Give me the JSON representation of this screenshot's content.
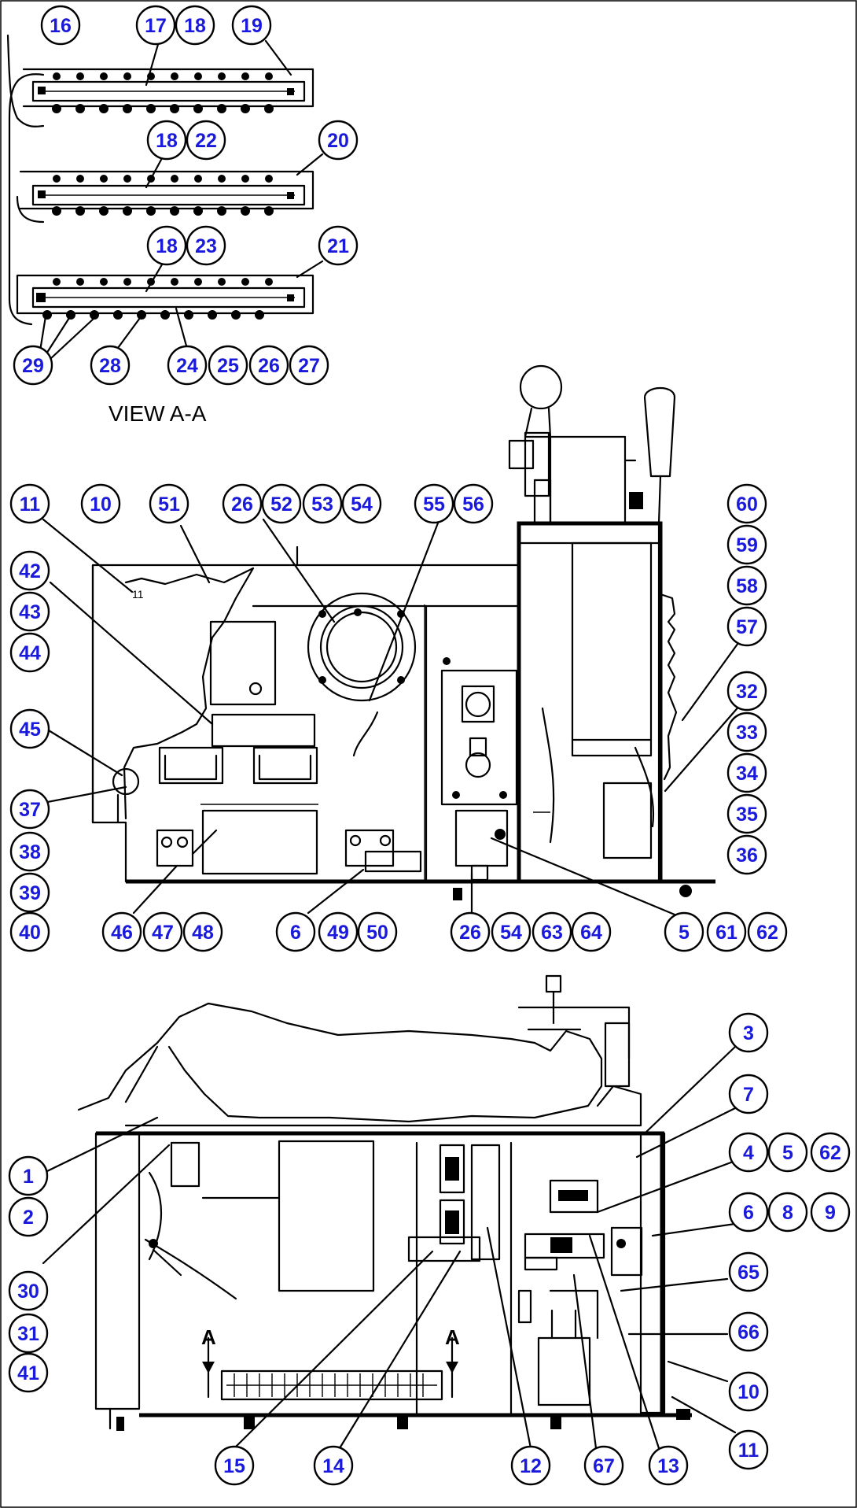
{
  "view_title": "VIEW A-A",
  "section_mark": "A",
  "colors": {
    "callout_text": "#1a1adc",
    "line": "#000000",
    "background": "#ffffff"
  },
  "callouts": {
    "c16": "16",
    "c17": "17",
    "c18a": "18",
    "c19": "19",
    "c18b": "18",
    "c22": "22",
    "c20": "20",
    "c18c": "18",
    "c23": "23",
    "c21": "21",
    "c29": "29",
    "c28": "28",
    "c24": "24",
    "c25": "25",
    "c26a": "26",
    "c27": "27",
    "c11a": "11",
    "c10a": "10",
    "c51": "51",
    "c26b": "26",
    "c52": "52",
    "c53": "53",
    "c54a": "54",
    "c55": "55",
    "c56": "56",
    "c60": "60",
    "c59": "59",
    "c58": "58",
    "c57": "57",
    "c42": "42",
    "c43": "43",
    "c44": "44",
    "c45": "45",
    "c32": "32",
    "c33": "33",
    "c34": "34",
    "c35": "35",
    "c36": "36",
    "c37": "37",
    "c38": "38",
    "c39": "39",
    "c40": "40",
    "c46": "46",
    "c47": "47",
    "c48": "48",
    "c6a": "6",
    "c49": "49",
    "c50": "50",
    "c26c": "26",
    "c54b": "54",
    "c63": "63",
    "c64": "64",
    "c5a": "5",
    "c61": "61",
    "c62a": "62",
    "c3": "3",
    "c7": "7",
    "c4": "4",
    "c5b": "5",
    "c62b": "62",
    "c6b": "6",
    "c8": "8",
    "c9": "9",
    "c65": "65",
    "c66": "66",
    "c10b": "10",
    "c11b": "11",
    "c1": "1",
    "c2": "2",
    "c30": "30",
    "c31": "31",
    "c41": "41",
    "c15": "15",
    "c14": "14",
    "c12": "12",
    "c67": "67",
    "c13": "13"
  }
}
